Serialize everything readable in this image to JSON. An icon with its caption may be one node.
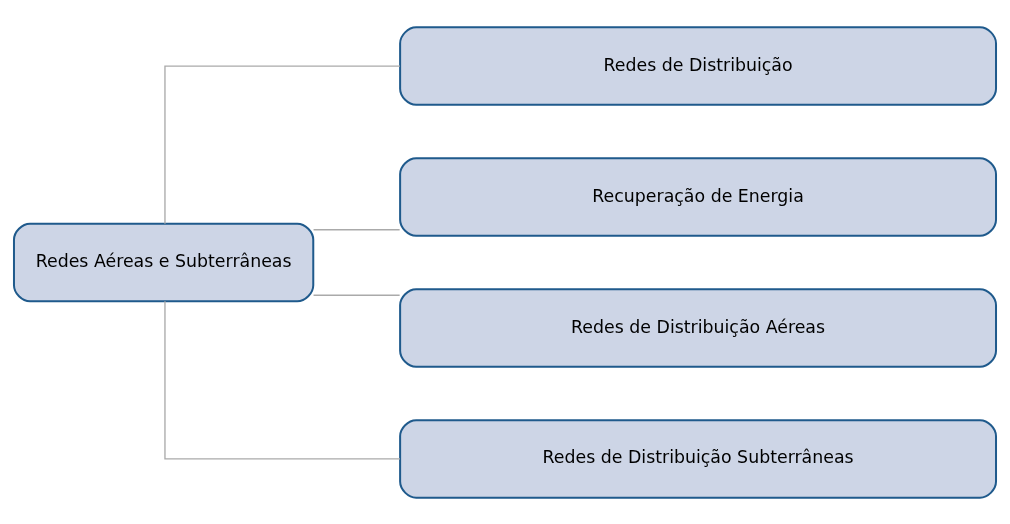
{
  "diagram": {
    "nodes": [
      {
        "text": [
          "Redes Aéreas e Subterrâneas"
        ]
      },
      {
        "text": [
          "Redes de Distribuição"
        ]
      },
      {
        "text": [
          "Recuperação de Energia"
        ]
      },
      {
        "text": [
          "Redes de Distribuição Aéreas"
        ]
      },
      {
        "text": [
          "Redes de Distribuição Subterrâneas"
        ]
      }
    ],
    "edges": [
      {
        "from": 0,
        "to": 1,
        "arrow": "none"
      },
      {
        "from": 0,
        "to": 2,
        "arrow": "none"
      },
      {
        "from": 0,
        "to": 3,
        "arrow": "none"
      },
      {
        "from": 0,
        "to": 4,
        "arrow": "none"
      }
    ]
  }
}
